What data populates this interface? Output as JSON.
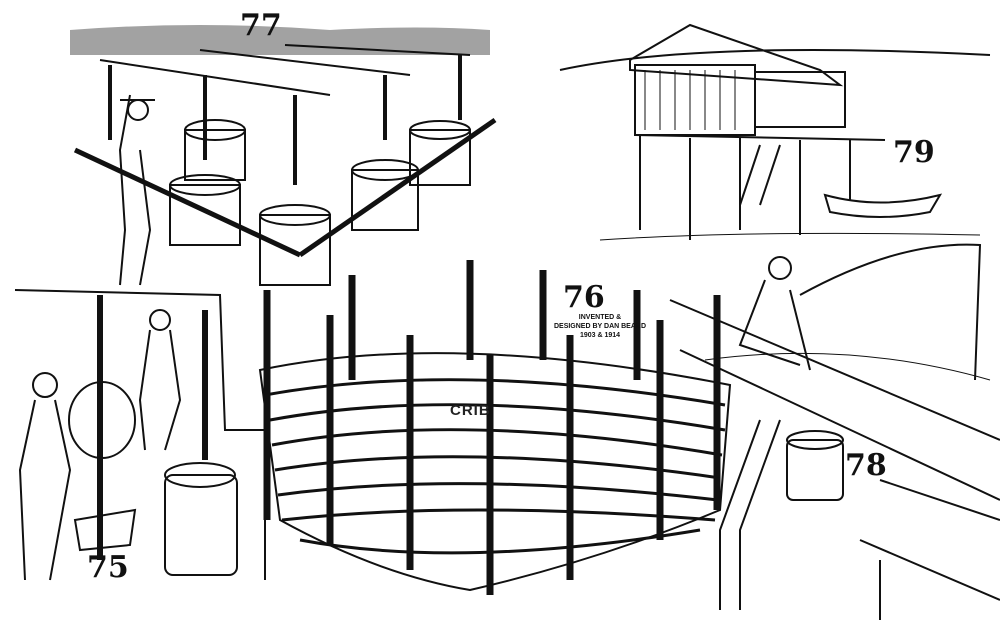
{
  "figures": {
    "fig77": "77",
    "fig76": "76",
    "fig75": "75",
    "fig78": "78",
    "fig79": "79"
  },
  "credit": {
    "line1": "INVENTED &",
    "line2": "DESIGNED BY DAN BEARD",
    "line3": "1903 & 1914"
  },
  "crib_label": "CRIB",
  "colors": {
    "ink": "#111111",
    "paper": "#ffffff"
  }
}
